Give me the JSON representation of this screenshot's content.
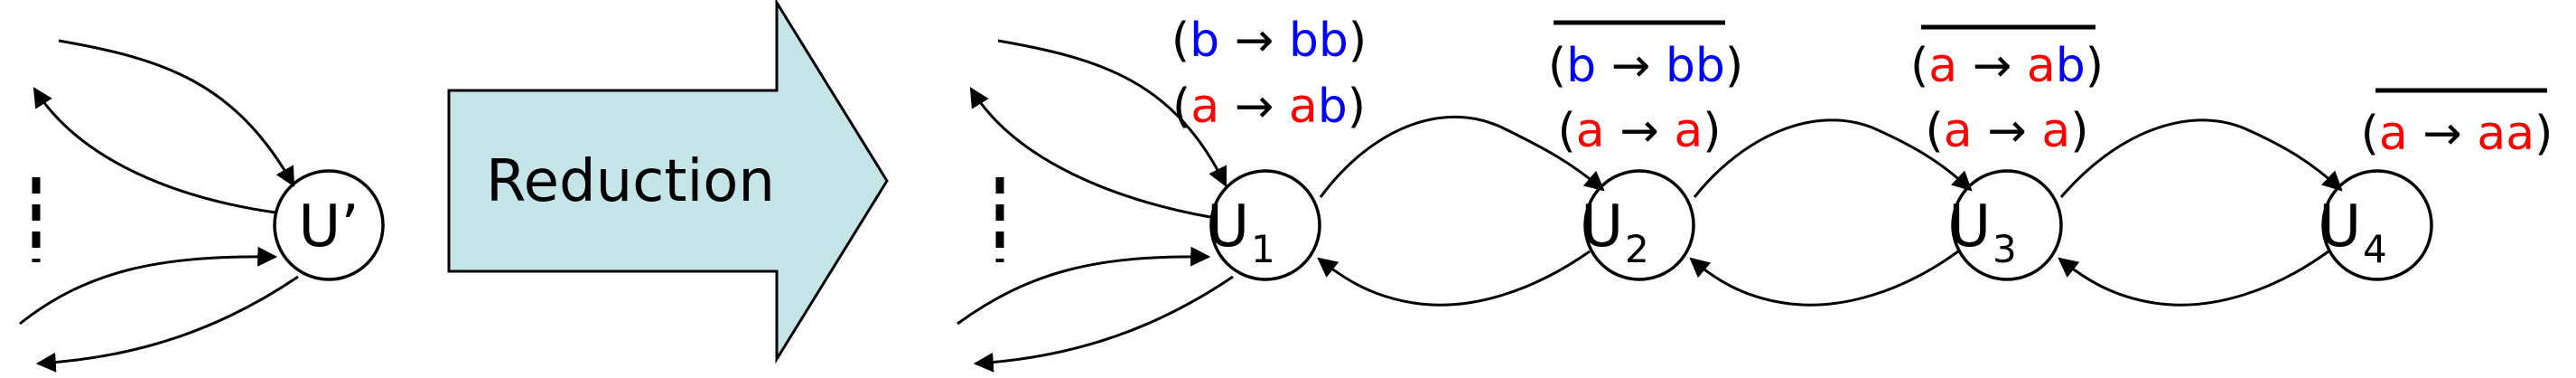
{
  "colors": {
    "arrow_fill": "#c4e4e8",
    "stroke": "#000000",
    "symbol_b": "#0000ff",
    "symbol_a": "#ff0000",
    "operator": "#000000"
  },
  "left": {
    "node_label": "U’"
  },
  "reduction": {
    "label": "Reduction"
  },
  "right": {
    "nodes": [
      {
        "label": "U",
        "sub": "1"
      },
      {
        "label": "U",
        "sub": "2"
      },
      {
        "label": "U",
        "sub": "3"
      },
      {
        "label": "U",
        "sub": "4"
      }
    ],
    "rules": {
      "u1_top": {
        "open": "(",
        "lhs": "b",
        "arrow": " → ",
        "rhs1": "b",
        "rhs2": "b",
        "close": ")",
        "overline": false
      },
      "u1_bottom": {
        "open": "(",
        "lhs": "a",
        "arrow": " → ",
        "rhs1": "a",
        "rhs2": "b",
        "close": ")",
        "overline": false
      },
      "u2_top": {
        "open": "(",
        "lhs": "b",
        "arrow": " → ",
        "rhs1": "b",
        "rhs2": "b",
        "close": ")",
        "overline": true
      },
      "u2_bottom": {
        "open": "(",
        "lhs": "a",
        "arrow": " → ",
        "rhs1": "a",
        "close": ")",
        "overline": false
      },
      "u3_top": {
        "open": "(",
        "lhs": "a",
        "arrow": " → ",
        "rhs1": "a",
        "rhs2": "b",
        "close": ")",
        "overline": true
      },
      "u3_bottom": {
        "open": "(",
        "lhs": "a",
        "arrow": " → ",
        "rhs1": "a",
        "close": ")",
        "overline": false
      },
      "u4_top": {
        "open": "(",
        "lhs": "a",
        "arrow": " → ",
        "rhs1": "a",
        "rhs2": "a",
        "close": ")",
        "overline": true
      }
    }
  }
}
